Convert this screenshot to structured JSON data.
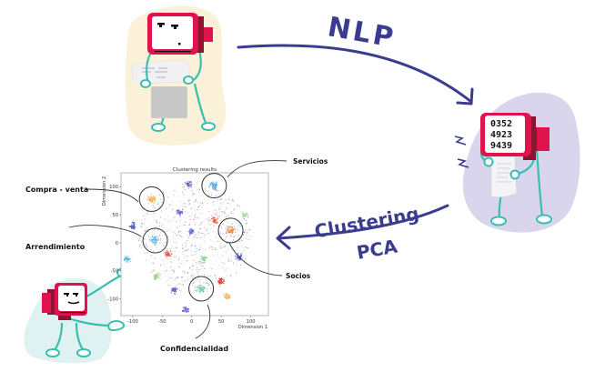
{
  "flow_labels": {
    "nlp": "NLP",
    "clustering": "Clustering",
    "pca": "PCA"
  },
  "colors": {
    "arrow": "#3b3b8f",
    "robot_body": "#e0134f",
    "robot_side": "#8a1530",
    "limbs": "#3bbdb0",
    "blob_yellow": "#fbf1d8",
    "blob_purple": "#d9d5ec",
    "blob_teal": "#dff1f0"
  },
  "robot_ocr": {
    "screen_lines": [
      "0352",
      "4923",
      "9439"
    ]
  },
  "chart_data": {
    "type": "scatter",
    "title": "Clustering results",
    "xlabel": "Dimension 1",
    "ylabel": "Dimension 2",
    "xlim": [
      -120,
      130
    ],
    "ylim": [
      -130,
      125
    ],
    "xticks": [
      "-100",
      "-50",
      "0",
      "50",
      "100"
    ],
    "yticks": [
      "100",
      "50",
      "0",
      "-50",
      "-100"
    ],
    "xtick_values": [
      -100,
      -50,
      0,
      50,
      100
    ],
    "ytick_values": [
      100,
      50,
      0,
      -50,
      -100
    ],
    "grid": false,
    "clusters": [
      {
        "name": "Servicios",
        "x": 38,
        "y": 102,
        "color": "#5aa6e0",
        "highlight": true
      },
      {
        "name": "Compra - venta",
        "x": -68,
        "y": 78,
        "color": "#f5a85a",
        "highlight": true
      },
      {
        "name": "Arrendimiento",
        "x": -62,
        "y": 4,
        "color": "#5ab8e0",
        "highlight": true
      },
      {
        "name": "Socios",
        "x": 66,
        "y": 22,
        "color": "#f08a4a",
        "highlight": true
      },
      {
        "name": "Confidencialidad",
        "x": 16,
        "y": -82,
        "color": "#7ccab0",
        "highlight": true
      },
      {
        "name": "",
        "x": -20,
        "y": 55,
        "color": "#5e5ec8",
        "highlight": false
      },
      {
        "name": "",
        "x": 0,
        "y": 20,
        "color": "#6a6ad0",
        "highlight": false
      },
      {
        "name": "",
        "x": -100,
        "y": 30,
        "color": "#4a58c0",
        "highlight": false
      },
      {
        "name": "",
        "x": 40,
        "y": 40,
        "color": "#e85a3a",
        "highlight": false
      },
      {
        "name": "",
        "x": 50,
        "y": -68,
        "color": "#d83030",
        "highlight": false
      },
      {
        "name": "",
        "x": -40,
        "y": -20,
        "color": "#e05040",
        "highlight": false
      },
      {
        "name": "",
        "x": 90,
        "y": 50,
        "color": "#a8d8a0",
        "highlight": false
      },
      {
        "name": "",
        "x": -60,
        "y": -60,
        "color": "#9ccf8c",
        "highlight": false
      },
      {
        "name": "",
        "x": 80,
        "y": -25,
        "color": "#5050b8",
        "highlight": false
      },
      {
        "name": "",
        "x": -10,
        "y": -120,
        "color": "#6060c8",
        "highlight": false
      },
      {
        "name": "",
        "x": -110,
        "y": -30,
        "color": "#50b8d8",
        "highlight": false
      },
      {
        "name": "",
        "x": 20,
        "y": -30,
        "color": "#8ccf9c",
        "highlight": false
      },
      {
        "name": "",
        "x": -30,
        "y": -85,
        "color": "#5a5ac0",
        "highlight": false
      },
      {
        "name": "",
        "x": 60,
        "y": -95,
        "color": "#f0b060",
        "highlight": false
      },
      {
        "name": "",
        "x": -5,
        "y": 105,
        "color": "#5a5ac8",
        "highlight": false
      }
    ]
  },
  "annotations": [
    {
      "id": "servicios",
      "label": "Servicios"
    },
    {
      "id": "compra-venta",
      "label": "Compra - venta"
    },
    {
      "id": "arrendimiento",
      "label": "Arrendimiento"
    },
    {
      "id": "socios",
      "label": "Socios"
    },
    {
      "id": "confidencialidad",
      "label": "Confidencialidad"
    }
  ]
}
